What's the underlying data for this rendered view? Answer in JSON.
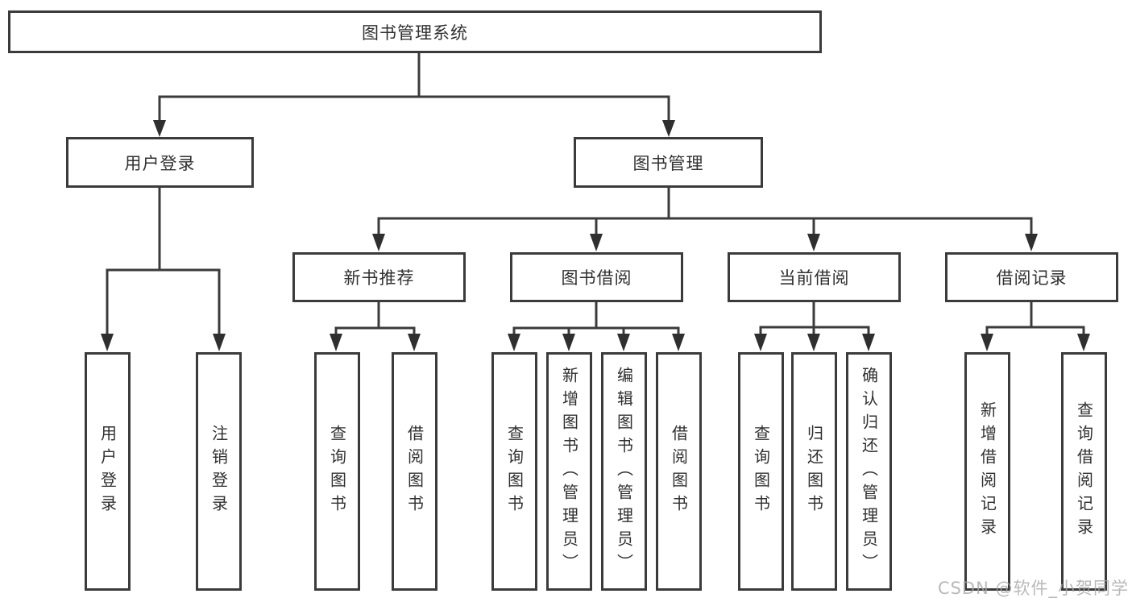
{
  "tree": {
    "label": "图书管理系统",
    "children": [
      {
        "label": "用户登录",
        "children": [
          {
            "label": "用户登录"
          },
          {
            "label": "注销登录"
          }
        ]
      },
      {
        "label": "图书管理",
        "children": [
          {
            "label": "新书推荐",
            "children": [
              {
                "label": "查询图书"
              },
              {
                "label": "借阅图书"
              }
            ]
          },
          {
            "label": "图书借阅",
            "children": [
              {
                "label": "查询图书"
              },
              {
                "label": "新增图书（管理员）"
              },
              {
                "label": "编辑图书（管理员）"
              },
              {
                "label": "借阅图书"
              }
            ]
          },
          {
            "label": "当前借阅",
            "children": [
              {
                "label": "查询图书"
              },
              {
                "label": "归还图书"
              },
              {
                "label": "确认归还（管理员）"
              }
            ]
          },
          {
            "label": "借阅记录",
            "children": [
              {
                "label": "新增借阅记录"
              },
              {
                "label": "查询借阅记录"
              }
            ]
          }
        ]
      }
    ]
  },
  "watermark": "CSDN @软件_小贺同学",
  "colors": {
    "line": "#3b3b3b",
    "text": "#303030",
    "watermark": "#a8a8a8",
    "background": "#ffffff"
  }
}
